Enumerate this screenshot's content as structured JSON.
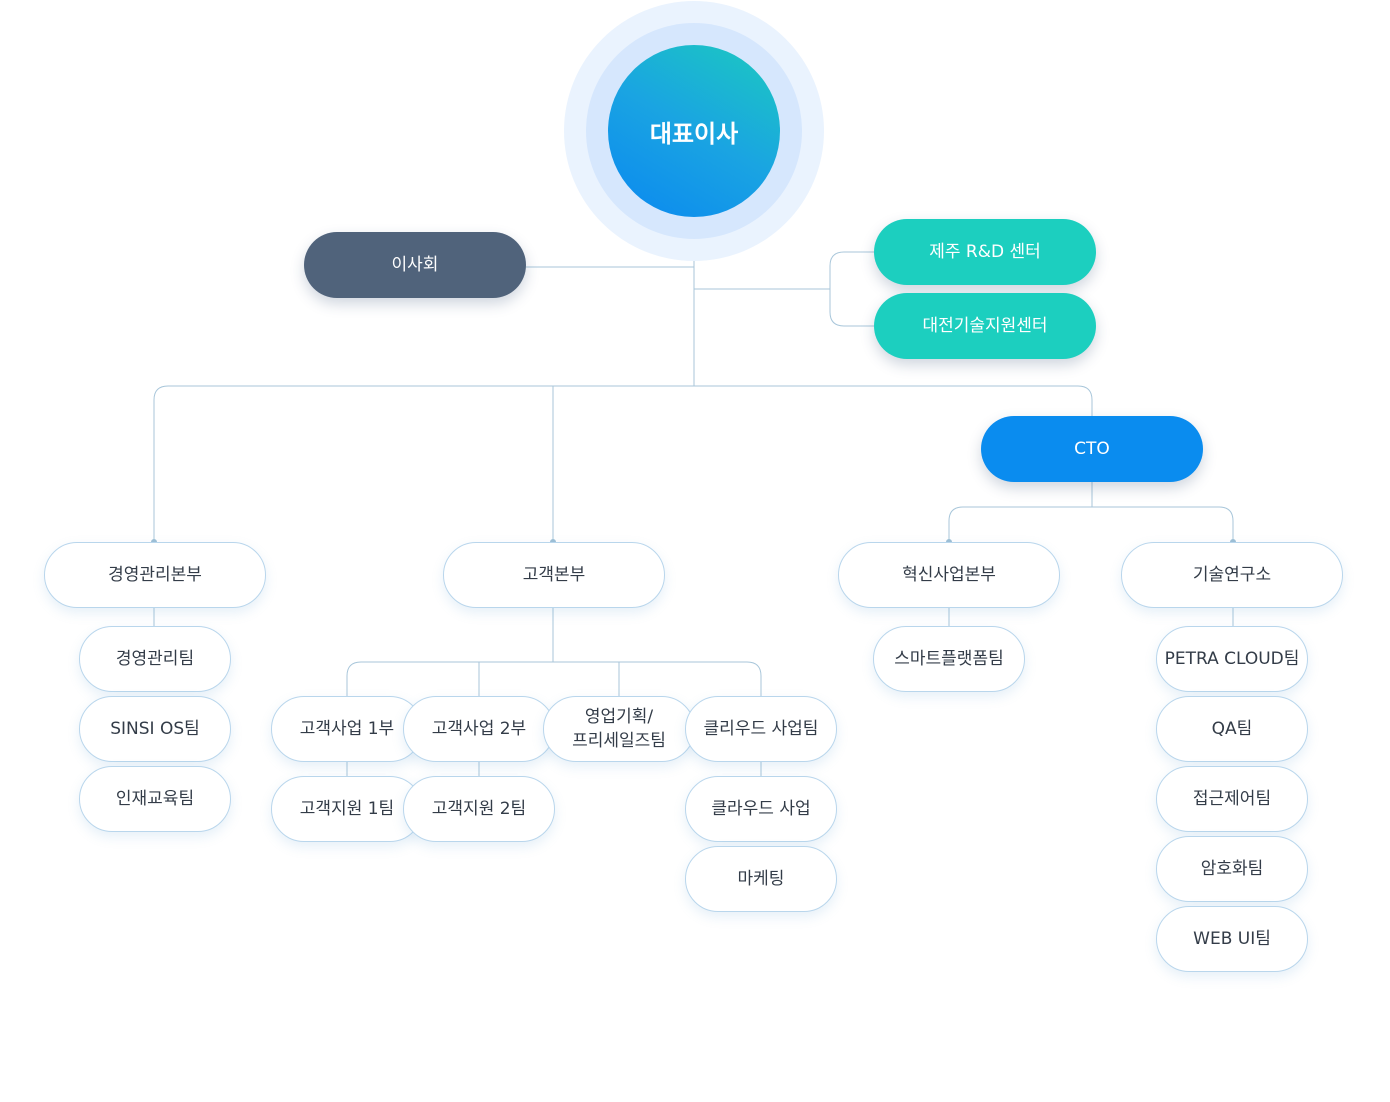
{
  "ceo": "대표이사",
  "board": "이사회",
  "centers": [
    "제주 R&D 센터",
    "대전기술지원센터"
  ],
  "cto": "CTO",
  "divisions": {
    "management": {
      "name": "경영관리본부",
      "teams": [
        "경영관리팀",
        "SINSI OS팀",
        "인재교육팀"
      ]
    },
    "customer": {
      "name": "고객본부",
      "team_1": "고객사업 1부",
      "team_1_sub": "고객지원 1팀",
      "team_2": "고객사업 2부",
      "team_2_sub": "고객지원 2팀",
      "team_3_line1": "영업기획/",
      "team_3_line2": "프리세일즈팀",
      "team_4": "클리우드 사업팀",
      "team_4_sub": [
        "클라우드 사업",
        "마케팅"
      ]
    },
    "innovation": {
      "name": "혁신사업본부",
      "teams": [
        "스마트플랫폼팀"
      ]
    },
    "research": {
      "name": "기술연구소",
      "teams": [
        "PETRA CLOUD팀",
        "QA팀",
        "접근제어팀",
        "암호화팀",
        "WEB UI팀"
      ]
    }
  },
  "colors": {
    "board": "#50637b",
    "center": "#1ccfbf",
    "cto": "#0a8cef",
    "line": "#a8c6da"
  }
}
